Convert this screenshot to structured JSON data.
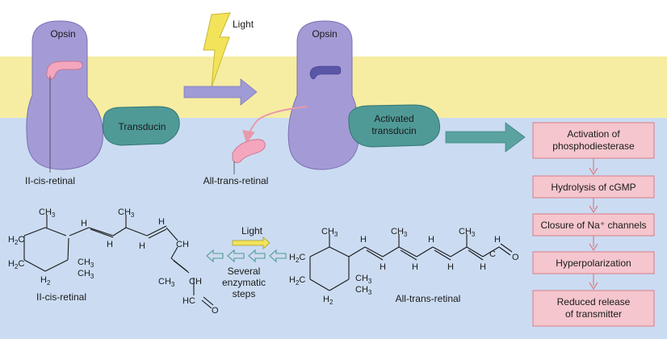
{
  "labels": {
    "light": "Light",
    "opsin_left": "Opsin",
    "opsin_right": "Opsin",
    "transducin": "Transducin",
    "activated_transducin_line1": "Activated",
    "activated_transducin_line2": "transducin",
    "cis_retinal_label": "II-cis-retinal",
    "all_trans_retinal_label": "All-trans-retinal"
  },
  "cascade_steps": [
    {
      "line1": "Activation of",
      "line2": "phosphodiesterase"
    },
    {
      "line1": "Hydrolysis of cGMP",
      "line2": ""
    },
    {
      "line1": "Closure of Na⁺ channels",
      "line2": ""
    },
    {
      "line1": "Hyperpolarization",
      "line2": ""
    },
    {
      "line1": "Reduced release",
      "line2": "of transmitter"
    }
  ],
  "chemistry": {
    "cis_name": "II-cis-retinal",
    "trans_name": "All-trans-retinal",
    "light": "Light",
    "enzymatic_line1": "Several",
    "enzymatic_line2": "enzymatic",
    "enzymatic_line3": "steps",
    "ch3": "CH",
    "ch3_sub": "3",
    "h2c": "H",
    "h2c_c": "C",
    "h2c_sub": "2",
    "h2": "H",
    "h2_sub": "2",
    "h": "H",
    "ch": "CH",
    "hc": "HC",
    "c": "C",
    "o": "O"
  },
  "colors": {
    "membrane": "#f6eda2",
    "cytoplasm": "#cbdcf2",
    "opsin": "#a49bd6",
    "transducin": "#4f9a97",
    "cascade_box": "#f5c6cd",
    "cascade_border": "#d87c88",
    "retinal": "#f4a6be",
    "arrow_blue": "#9e9bd6",
    "arrow_teal": "#5aa3a0",
    "light_yellow": "#f2e35a"
  }
}
